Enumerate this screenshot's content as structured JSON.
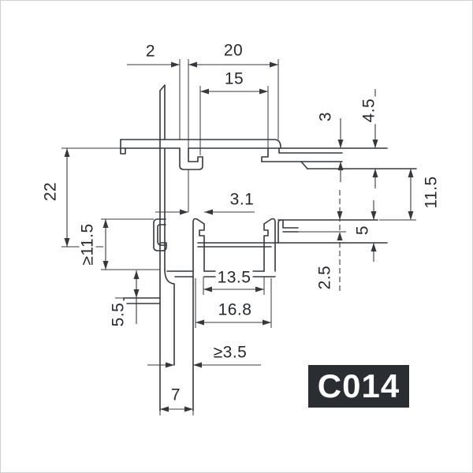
{
  "drawing": {
    "part_code": "C014",
    "type_note": "extrusion profile cross-section",
    "colors": {
      "line": "#35383c",
      "text": "#25282d",
      "badge_bg": "#2a2d31",
      "badge_text": "#ffffff",
      "background": "#ffffff",
      "frame_border": "#cfcfcf"
    },
    "dimensions": {
      "d2": "2",
      "d20": "20",
      "d15": "15",
      "d31": "3.1",
      "d3": "3",
      "d45": "4.5",
      "d115_right": "11.5",
      "d5": "5",
      "d25": "2.5",
      "d22": "22",
      "d115_left_min": "≥11.5",
      "d55": "5.5",
      "d135": "13.5",
      "d168": "16.8",
      "d35_min": "≥3.5",
      "d7": "7"
    }
  }
}
